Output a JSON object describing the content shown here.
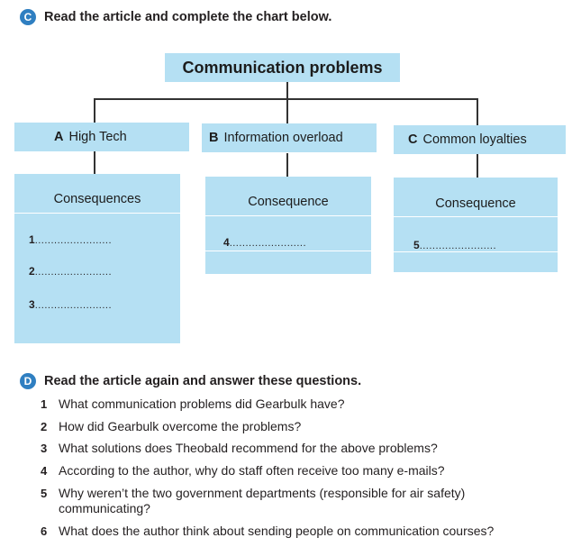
{
  "section_c": {
    "badge": "C",
    "instruction": "Read the article and complete the chart below."
  },
  "chart": {
    "title": "Communication problems",
    "categories": [
      {
        "letter": "A",
        "label": "High Tech"
      },
      {
        "letter": "B",
        "label": "Information overload"
      },
      {
        "letter": "C",
        "label": "Common loyalties"
      }
    ],
    "columns": [
      {
        "heading": "Consequences",
        "slots": [
          {
            "num": "1",
            "dots": "........................"
          },
          {
            "num": "2",
            "dots": "........................"
          },
          {
            "num": "3",
            "dots": "........................"
          }
        ]
      },
      {
        "heading": "Consequence",
        "slots": [
          {
            "num": "4",
            "dots": "........................"
          }
        ]
      },
      {
        "heading": "Consequence",
        "slots": [
          {
            "num": "5",
            "dots": "........................"
          }
        ]
      }
    ]
  },
  "section_d": {
    "badge": "D",
    "instruction": "Read the article again and answer these questions.",
    "questions": [
      {
        "num": "1",
        "text": "What communication problems did Gearbulk have?"
      },
      {
        "num": "2",
        "text": "How did Gearbulk overcome the problems?"
      },
      {
        "num": "3",
        "text": "What solutions does Theobald recommend for the above problems?"
      },
      {
        "num": "4",
        "text": "According to the author, why do staff often receive too many e-mails?"
      },
      {
        "num": "5",
        "text": "Why weren’t the two government departments (responsible for air safety) communicating?"
      },
      {
        "num": "6",
        "text": "What does the author think about sending people on communication courses?"
      }
    ]
  }
}
